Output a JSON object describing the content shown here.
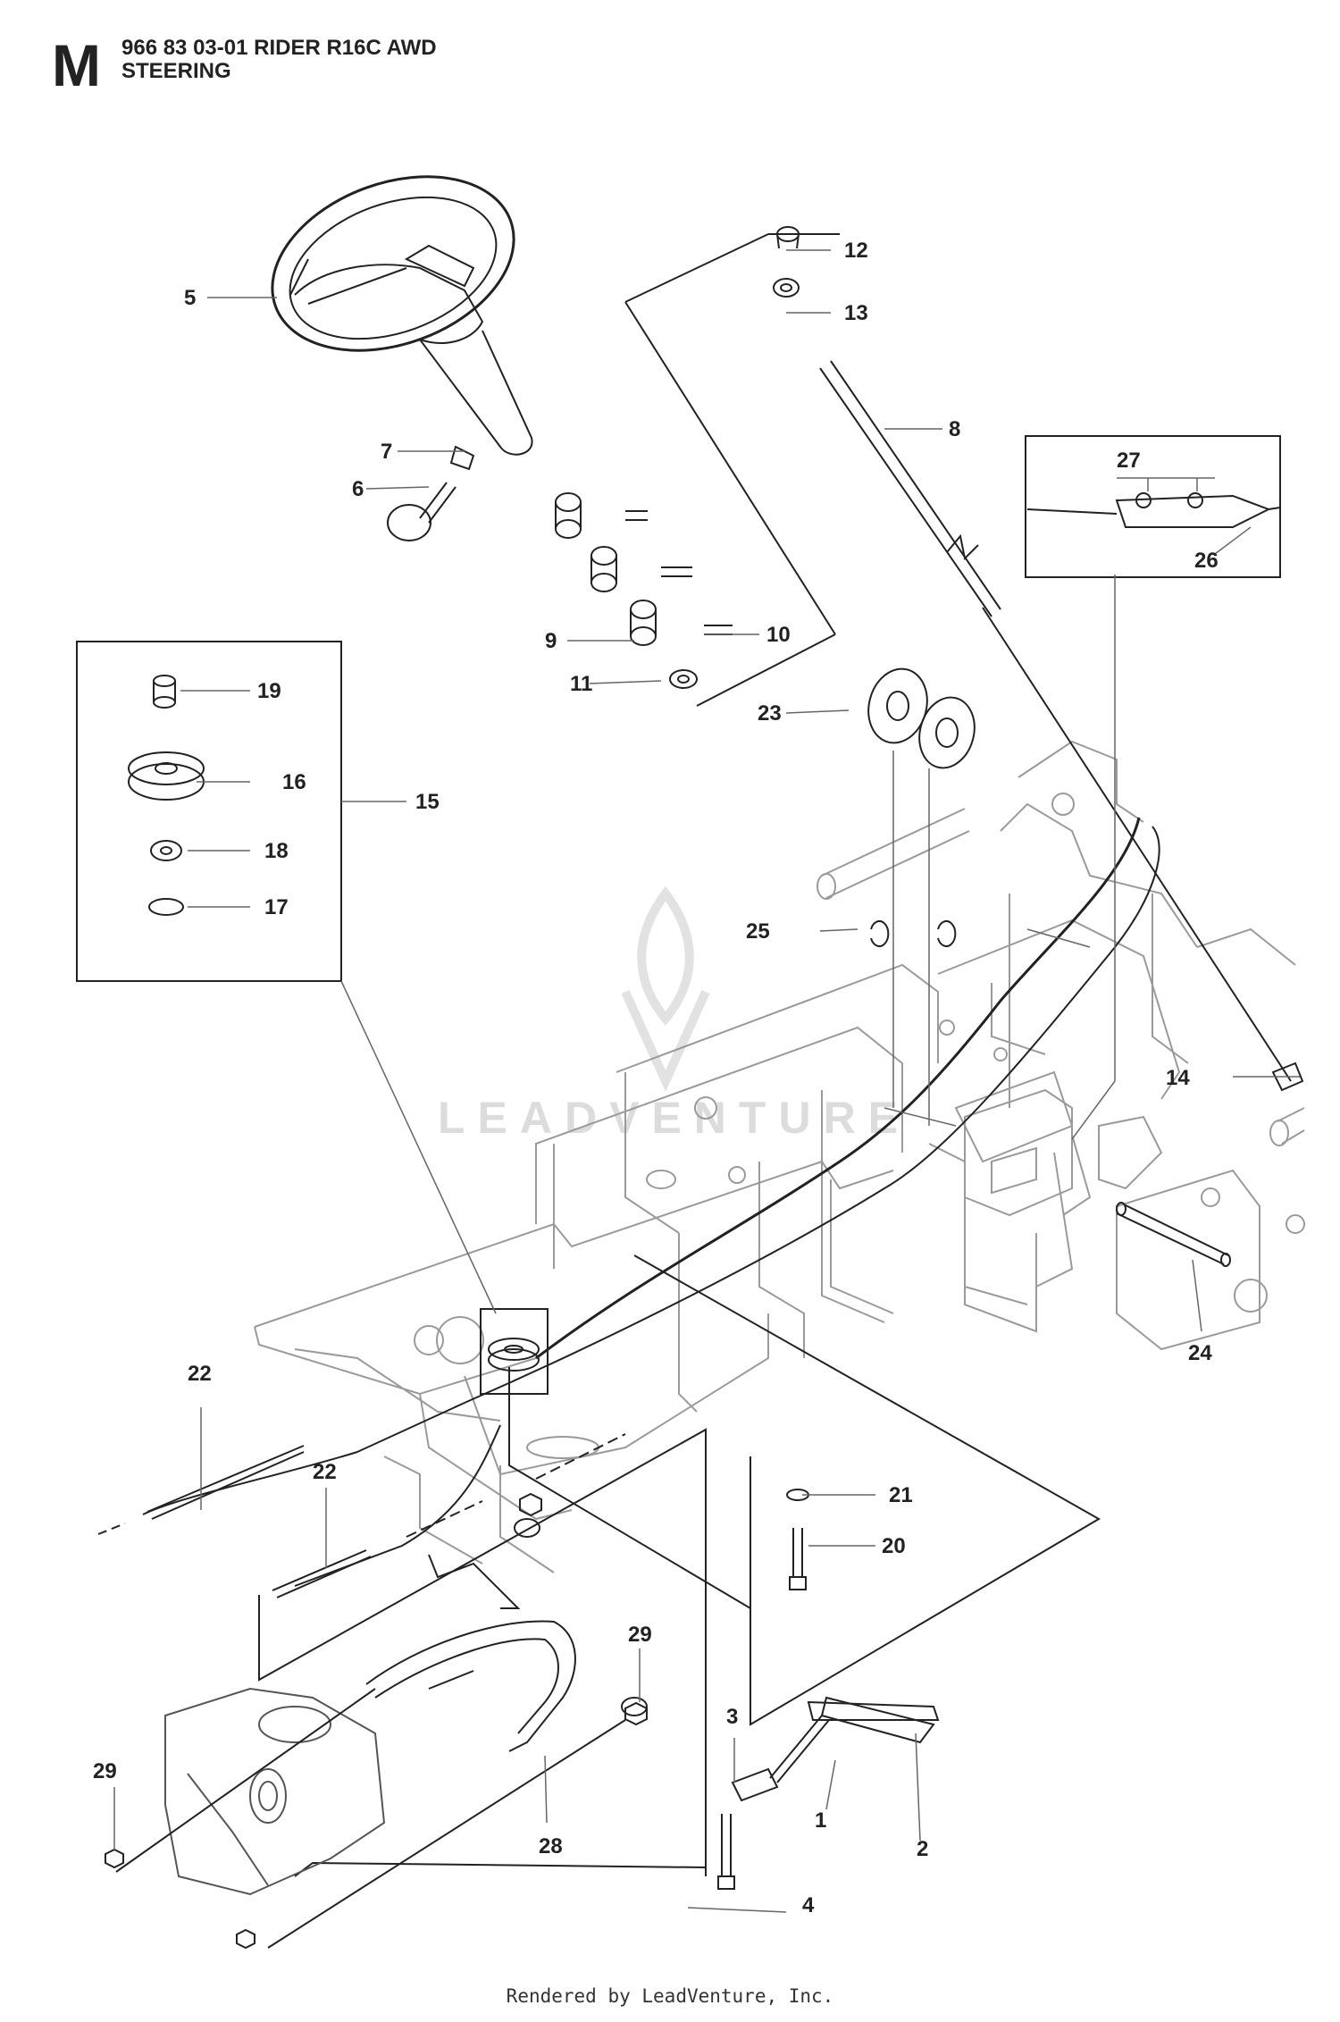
{
  "header": {
    "section_letter": "M",
    "line1": "966 83 03-01 RIDER R16C AWD",
    "line2": "STEERING"
  },
  "watermark": {
    "text": "LEADVENTURE"
  },
  "footer": {
    "text": "Rendered by LeadVenture, Inc."
  },
  "callouts": [
    {
      "id": "c1",
      "num": "1"
    },
    {
      "id": "c2",
      "num": "2"
    },
    {
      "id": "c3",
      "num": "3"
    },
    {
      "id": "c4",
      "num": "4"
    },
    {
      "id": "c5",
      "num": "5"
    },
    {
      "id": "c6",
      "num": "6"
    },
    {
      "id": "c7",
      "num": "7"
    },
    {
      "id": "c8",
      "num": "8"
    },
    {
      "id": "c9",
      "num": "9"
    },
    {
      "id": "c10",
      "num": "10"
    },
    {
      "id": "c11",
      "num": "11"
    },
    {
      "id": "c12",
      "num": "12"
    },
    {
      "id": "c13",
      "num": "13"
    },
    {
      "id": "c14",
      "num": "14"
    },
    {
      "id": "c15",
      "num": "15"
    },
    {
      "id": "c16",
      "num": "16"
    },
    {
      "id": "c17",
      "num": "17"
    },
    {
      "id": "c18",
      "num": "18"
    },
    {
      "id": "c19",
      "num": "19"
    },
    {
      "id": "c20",
      "num": "20"
    },
    {
      "id": "c21",
      "num": "21"
    },
    {
      "id": "c22a",
      "num": "22"
    },
    {
      "id": "c22b",
      "num": "22"
    },
    {
      "id": "c23",
      "num": "23"
    },
    {
      "id": "c24",
      "num": "24"
    },
    {
      "id": "c25",
      "num": "25"
    },
    {
      "id": "c26",
      "num": "26"
    },
    {
      "id": "c27",
      "num": "27"
    },
    {
      "id": "c28",
      "num": "28"
    },
    {
      "id": "c29a",
      "num": "29"
    },
    {
      "id": "c29b",
      "num": "29"
    }
  ],
  "colors": {
    "line": "#222222",
    "frame": "#9a9a9a",
    "watermark": "#dcdcdc"
  }
}
